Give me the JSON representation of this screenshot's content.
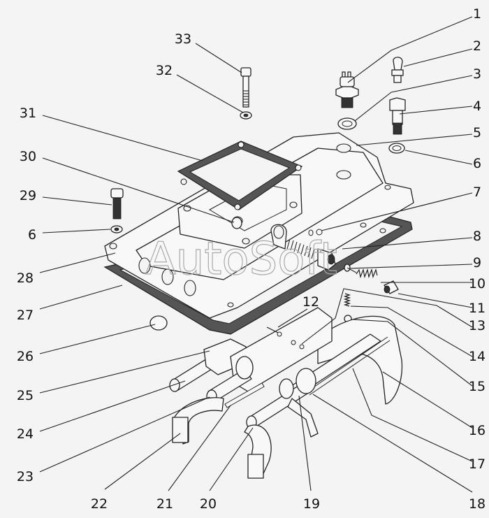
{
  "diagram": {
    "title": "Exploded view – gearbox shift cover assembly",
    "watermark": "AutoSoft",
    "callouts": [
      {
        "id": "1",
        "text": "1"
      },
      {
        "id": "2",
        "text": "2"
      },
      {
        "id": "3",
        "text": "3"
      },
      {
        "id": "4",
        "text": "4"
      },
      {
        "id": "5",
        "text": "5"
      },
      {
        "id": "6a",
        "text": "6"
      },
      {
        "id": "7",
        "text": "7"
      },
      {
        "id": "8",
        "text": "8"
      },
      {
        "id": "9",
        "text": "9"
      },
      {
        "id": "10",
        "text": "10"
      },
      {
        "id": "11",
        "text": "11"
      },
      {
        "id": "12",
        "text": "12"
      },
      {
        "id": "13",
        "text": "13"
      },
      {
        "id": "14",
        "text": "14"
      },
      {
        "id": "15",
        "text": "15"
      },
      {
        "id": "16",
        "text": "16"
      },
      {
        "id": "17",
        "text": "17"
      },
      {
        "id": "18",
        "text": "18"
      },
      {
        "id": "19",
        "text": "19"
      },
      {
        "id": "20",
        "text": "20"
      },
      {
        "id": "21",
        "text": "21"
      },
      {
        "id": "22",
        "text": "22"
      },
      {
        "id": "23",
        "text": "23"
      },
      {
        "id": "24",
        "text": "24"
      },
      {
        "id": "25",
        "text": "25"
      },
      {
        "id": "26",
        "text": "26"
      },
      {
        "id": "27",
        "text": "27"
      },
      {
        "id": "28",
        "text": "28"
      },
      {
        "id": "29",
        "text": "29"
      },
      {
        "id": "6b",
        "text": "6"
      },
      {
        "id": "30",
        "text": "30"
      },
      {
        "id": "31",
        "text": "31"
      },
      {
        "id": "32",
        "text": "32"
      },
      {
        "id": "33",
        "text": "33"
      }
    ],
    "parts": [
      {
        "name": "switch",
        "label": "1"
      },
      {
        "name": "breather",
        "label": "2"
      },
      {
        "name": "washer",
        "label": "3"
      },
      {
        "name": "bolt",
        "label": "4"
      },
      {
        "name": "washer-boss",
        "label": "5"
      },
      {
        "name": "spring-washer",
        "label": "6"
      },
      {
        "name": "plugs",
        "label": "7"
      },
      {
        "name": "threaded-fitting",
        "label": "8"
      },
      {
        "name": "plunger",
        "label": "9"
      },
      {
        "name": "spring",
        "label": "10"
      },
      {
        "name": "plug-screw",
        "label": "11"
      },
      {
        "name": "lock-pin",
        "label": "12"
      },
      {
        "name": "spring",
        "label": "13"
      },
      {
        "name": "spring-small",
        "label": "14"
      },
      {
        "name": "ball",
        "label": "15"
      },
      {
        "name": "shift-fork",
        "label": "16"
      },
      {
        "name": "pin",
        "label": "17"
      },
      {
        "name": "shift-rod",
        "label": "18"
      },
      {
        "name": "shift-fork",
        "label": "19"
      },
      {
        "name": "shift-rod",
        "label": "20"
      },
      {
        "name": "interlock",
        "label": "21"
      },
      {
        "name": "shift-fork",
        "label": "22"
      },
      {
        "name": "shift-fork",
        "label": "23"
      },
      {
        "name": "shift-rod",
        "label": "24"
      },
      {
        "name": "shift-head",
        "label": "25"
      },
      {
        "name": "plug",
        "label": "26"
      },
      {
        "name": "gasket",
        "label": "27"
      },
      {
        "name": "cover-housing",
        "label": "28"
      },
      {
        "name": "bolt",
        "label": "29"
      },
      {
        "name": "bushing",
        "label": "30"
      },
      {
        "name": "gasket",
        "label": "31"
      },
      {
        "name": "spring-washer",
        "label": "32"
      },
      {
        "name": "bolt",
        "label": "33"
      }
    ]
  }
}
